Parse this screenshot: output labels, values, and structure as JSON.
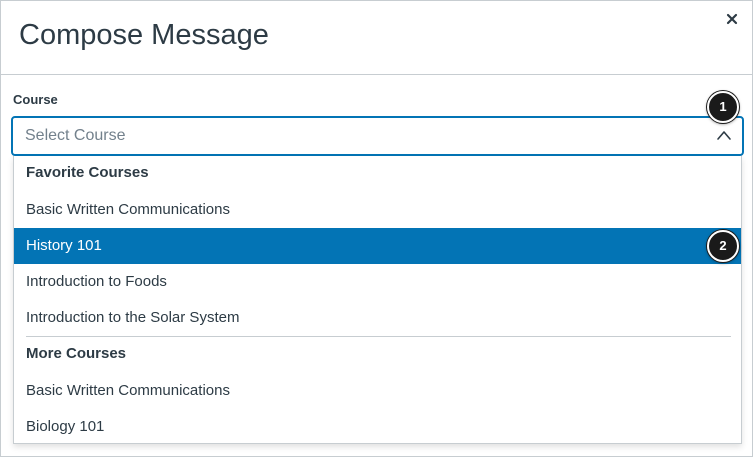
{
  "dialog": {
    "title": "Compose Message"
  },
  "course_field": {
    "label": "Course",
    "placeholder": "Select Course"
  },
  "dropdown": {
    "groups": [
      {
        "label": "Favorite Courses",
        "options": [
          {
            "label": "Basic Written Communications",
            "selected": false
          },
          {
            "label": "History 101",
            "selected": true
          },
          {
            "label": "Introduction to Foods",
            "selected": false
          },
          {
            "label": "Introduction to the Solar System",
            "selected": false
          }
        ]
      },
      {
        "label": "More Courses",
        "options": [
          {
            "label": "Basic Written Communications",
            "selected": false
          },
          {
            "label": "Biology 101",
            "selected": false
          }
        ]
      }
    ]
  },
  "callouts": {
    "one": "1",
    "two": "2"
  },
  "colors": {
    "accent": "#0374b5",
    "text": "#2d3b45",
    "placeholder": "#73818c",
    "border": "#c7cdd1",
    "badge": "#1a1a1a"
  },
  "icons": {
    "close": "close-icon",
    "chevron": "chevron-up-icon"
  }
}
